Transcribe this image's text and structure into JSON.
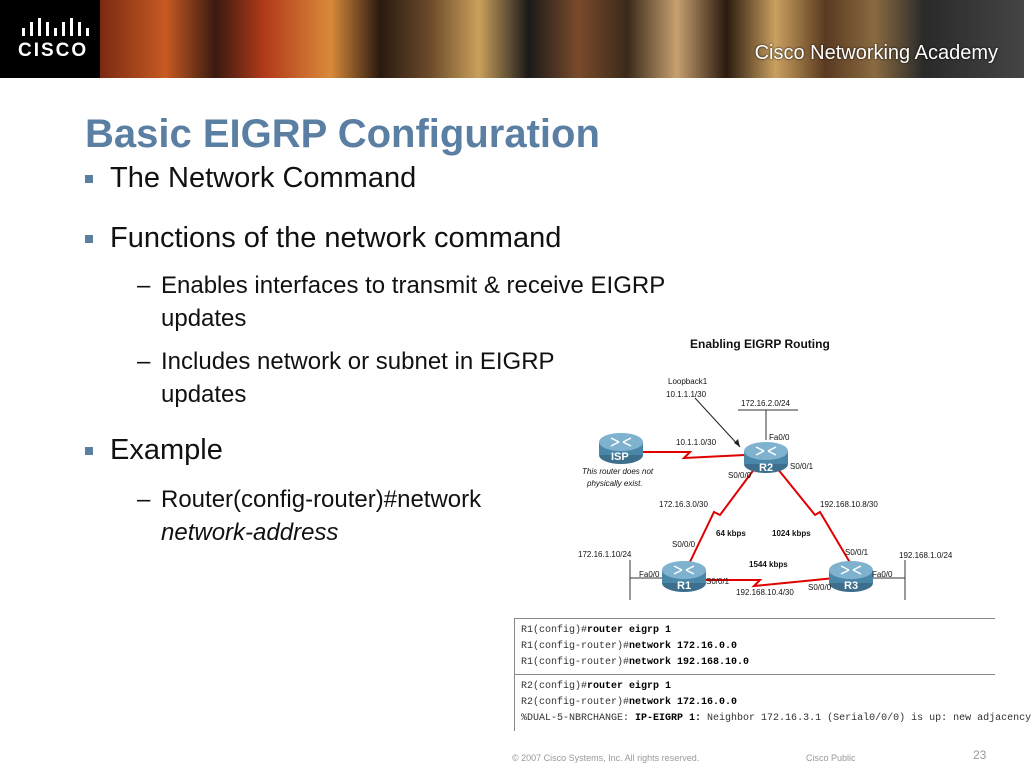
{
  "header": {
    "logo_text": "CISCO",
    "academy": "Cisco Networking Academy"
  },
  "slide": {
    "title": "Basic EIGRP Configuration",
    "bullets": [
      "The Network Command",
      "Functions of the network command",
      "Example"
    ],
    "sub": {
      "enables_1": "Enables interfaces to transmit & receive EIGRP",
      "enables_2": "updates",
      "includes_1": "Includes network or subnet in EIGRP",
      "includes_2": "updates",
      "router_1": "Router(config-router)#network",
      "router_2": "network-address"
    },
    "dash": "–"
  },
  "diagram": {
    "title": "Enabling EIGRP Routing",
    "loopback": "Loopback1",
    "loopback_ip": "10.1.1.1/30",
    "net_r2_lan": "172.16.2.0/24",
    "fa00_r2": "Fa0/0",
    "net_isp": "10.1.1.0/30",
    "isp": "ISP",
    "r2": "R2",
    "r1": "R1",
    "r3": "R3",
    "s001_r2": "S0/0/1",
    "s000_r2": "S0/0/0",
    "note1": "This router does not",
    "note2": "physically exist.",
    "net_r1r2": "172.16.3.0/30",
    "net_r2r3": "192.168.10.8/30",
    "bw_64": "64 kbps",
    "bw_1024": "1024 kbps",
    "s000_r1": "S0/0/0",
    "net_r1_lan": "172.16.1.10/24",
    "bw_1544": "1544 kbps",
    "s001_r3": "S0/0/1",
    "net_r3_lan": "192.168.1.0/24",
    "fa00_r1": "Fa0/0",
    "s001_r1": "S0/0/1",
    "s000_r3": "S0/0/0",
    "fa00_r3": "Fa0/0",
    "net_r1r3": "192.168.10.4/30"
  },
  "code1": [
    {
      "prompt": "R1(config)#",
      "cmd": "router eigrp 1"
    },
    {
      "prompt": "R1(config-router)#",
      "cmd": "network 172.16.0.0"
    },
    {
      "prompt": "R1(config-router)#",
      "cmd": "network 192.168.10.0"
    }
  ],
  "code2": [
    {
      "prompt": "R2(config)#",
      "cmd": "router eigrp 1"
    },
    {
      "prompt": "R2(config-router)#",
      "cmd": "network 172.16.0.0"
    },
    {
      "prompt": "%DUAL-5-NBRCHANGE: ",
      "cmd": "IP-EIGRP 1:",
      "rest": " Neighbor 172.16.3.1 (Serial0/0/0) is up: new adjacency"
    }
  ],
  "footer": {
    "copyright": "© 2007 Cisco Systems, Inc. All rights reserved.",
    "classification": "Cisco Public",
    "page": "23"
  },
  "colors": {
    "title": "#5a7fa3",
    "link_red": "#e00000",
    "router_blue": "#4a86a8"
  }
}
